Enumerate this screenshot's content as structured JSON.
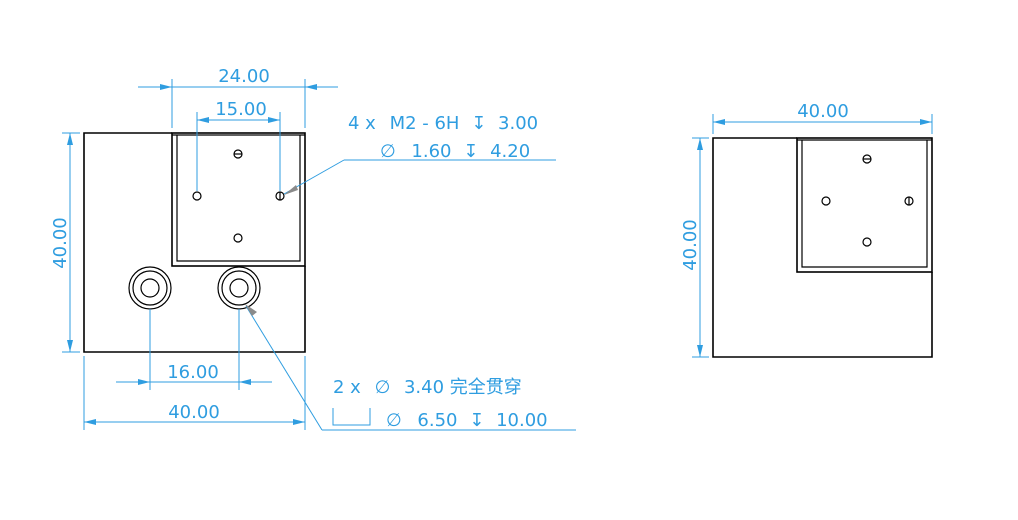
{
  "colors": {
    "dimension": "#2f9de0",
    "geometry": "#000000",
    "background": "#ffffff"
  },
  "front_view": {
    "dim_top_outer": "24.00",
    "dim_top_inner": "15.00",
    "dim_height": "40.00",
    "dim_bottom_inner": "16.00",
    "dim_bottom_outer": "40.00"
  },
  "thread_callout": {
    "line1_count": "4 x",
    "line1_thread": "M2 - 6H",
    "line1_depth_symbol": "↧",
    "line1_depth": "3.00",
    "line2_diameter_symbol": "∅",
    "line2_diameter": "1.60",
    "line2_depth_symbol": "↧",
    "line2_depth": "4.20"
  },
  "hole_callout": {
    "line1_count": "2 x",
    "line1_diameter_symbol": "∅",
    "line1_text": "3.40 完全贯穿",
    "line2_diameter_symbol": "∅",
    "line2_diameter": "6.50",
    "line2_depth_symbol": "↧",
    "line2_depth": "10.00"
  },
  "side_view": {
    "dim_width": "40.00",
    "dim_height": "40.00"
  }
}
